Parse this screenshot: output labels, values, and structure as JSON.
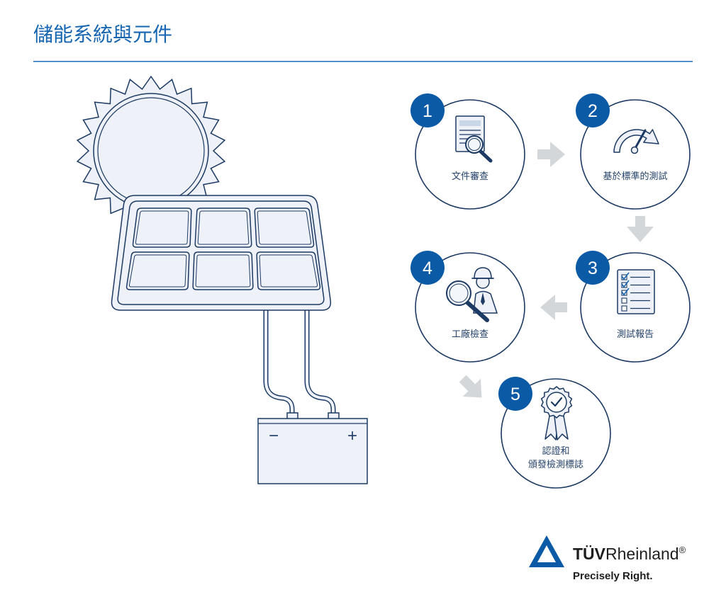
{
  "title": "儲能系統與元件",
  "illustration": {
    "icons": [
      "sun-icon",
      "solar-panel-icon",
      "battery-icon"
    ],
    "battery": {
      "negative": "−",
      "positive": "+"
    }
  },
  "steps": [
    {
      "number": "1",
      "label": "文件審查",
      "icon": "document-search-icon"
    },
    {
      "number": "2",
      "label": "基於標準的測試",
      "icon": "gauge-icon"
    },
    {
      "number": "3",
      "label": "測試報告",
      "icon": "checklist-icon"
    },
    {
      "number": "4",
      "label": "工廠檢查",
      "icon": "inspector-icon"
    },
    {
      "number": "5",
      "label_lines": [
        "認證和",
        "頒發檢測標誌"
      ],
      "icon": "award-icon"
    }
  ],
  "logo": {
    "brand_bold": "TÜV",
    "brand_regular": "Rheinland",
    "registered_mark": "®",
    "tagline": "Precisely Right.",
    "icon": "tuv-triangle-icon"
  },
  "colors": {
    "accent": "#1565b0",
    "badge": "#0b5aa6",
    "outline": "#1c3a63",
    "illustration_fill": "#eef2f8",
    "flow_arrow": "#d4d7da"
  }
}
